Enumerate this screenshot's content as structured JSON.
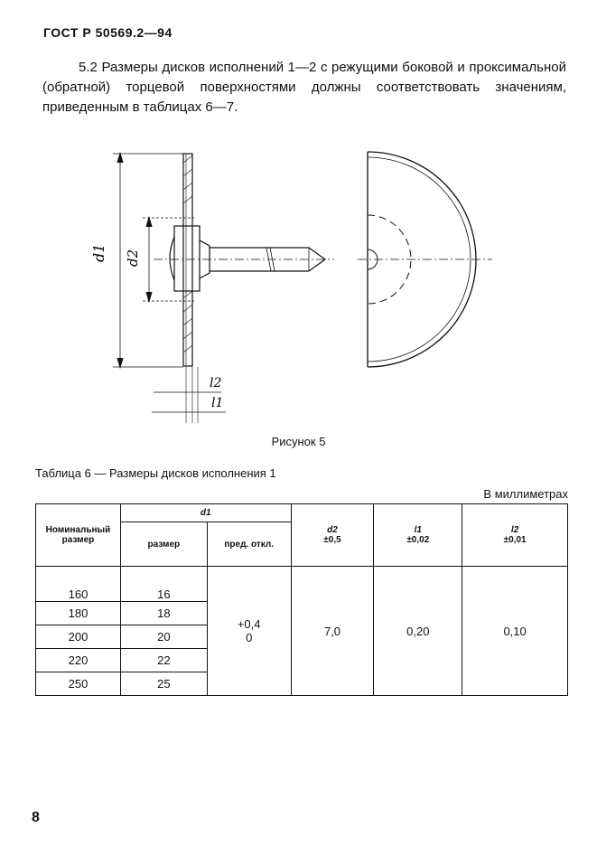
{
  "header": {
    "title": "ГОСТ Р 50569.2—94"
  },
  "paragraph": {
    "text": "5.2 Размеры дисков исполнений 1—2 с режущими боковой и проксимальной (обратной) торцевой поверхностями должны соответствовать значениям, приведенным в таблицах 6—7."
  },
  "figure": {
    "labels": {
      "d1": "d1",
      "d2": "d2",
      "l1": "l1",
      "l2": "l2"
    },
    "caption": "Рисунок 5"
  },
  "table": {
    "caption": "Таблица 6 — Размеры дисков исполнения 1",
    "units": "В миллиметрах",
    "headers": {
      "nominal": "Номинальный размер",
      "d1": "d1",
      "d1_size": "размер",
      "d1_tol": "пред. откл.",
      "d2": "d2",
      "d2_tol": "±0,5",
      "l1": "l1",
      "l1_tol": "±0,02",
      "l2": "l2",
      "l2_tol": "±0,01"
    },
    "rows": [
      {
        "nominal": "160",
        "size": "16"
      },
      {
        "nominal": "180",
        "size": "18"
      },
      {
        "nominal": "200",
        "size": "20"
      },
      {
        "nominal": "220",
        "size": "22"
      },
      {
        "nominal": "250",
        "size": "25"
      }
    ],
    "common": {
      "tol_upper": "+0,4",
      "tol_lower": "0",
      "d2": "7,0",
      "l1": "0,20",
      "l2": "0,10"
    }
  },
  "page": {
    "number": "8"
  }
}
